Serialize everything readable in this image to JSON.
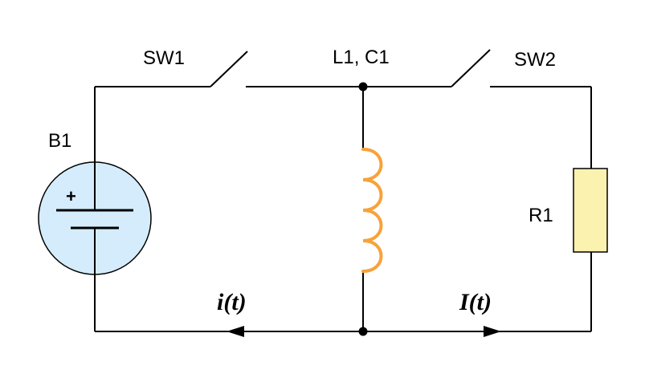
{
  "labels": {
    "sw1": "SW1",
    "l1c1": "L1, C1",
    "sw2": "SW2",
    "b1": "B1",
    "r1": "R1",
    "battery_plus": "+",
    "current_left": "i(t)",
    "current_right": "I(t)"
  },
  "colors": {
    "wire": "#000000",
    "battery_fill": "#d4ecfb",
    "inductor": "#f7a23a",
    "resistor_fill": "#fbf2b0"
  }
}
